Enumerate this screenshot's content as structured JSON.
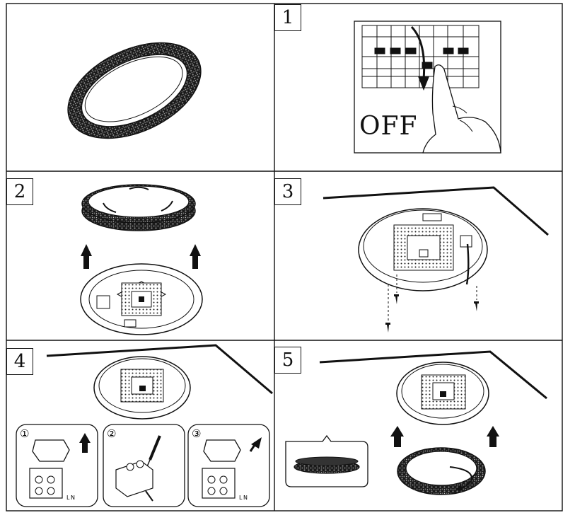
{
  "steps": [
    {
      "label": "1",
      "text": "OFF"
    },
    {
      "label": "2"
    },
    {
      "label": "3"
    },
    {
      "label": "4",
      "substeps": [
        "①",
        "②",
        "③"
      ]
    },
    {
      "label": "5"
    }
  ],
  "wire_labels": {
    "live": "L",
    "neutral": "N"
  }
}
